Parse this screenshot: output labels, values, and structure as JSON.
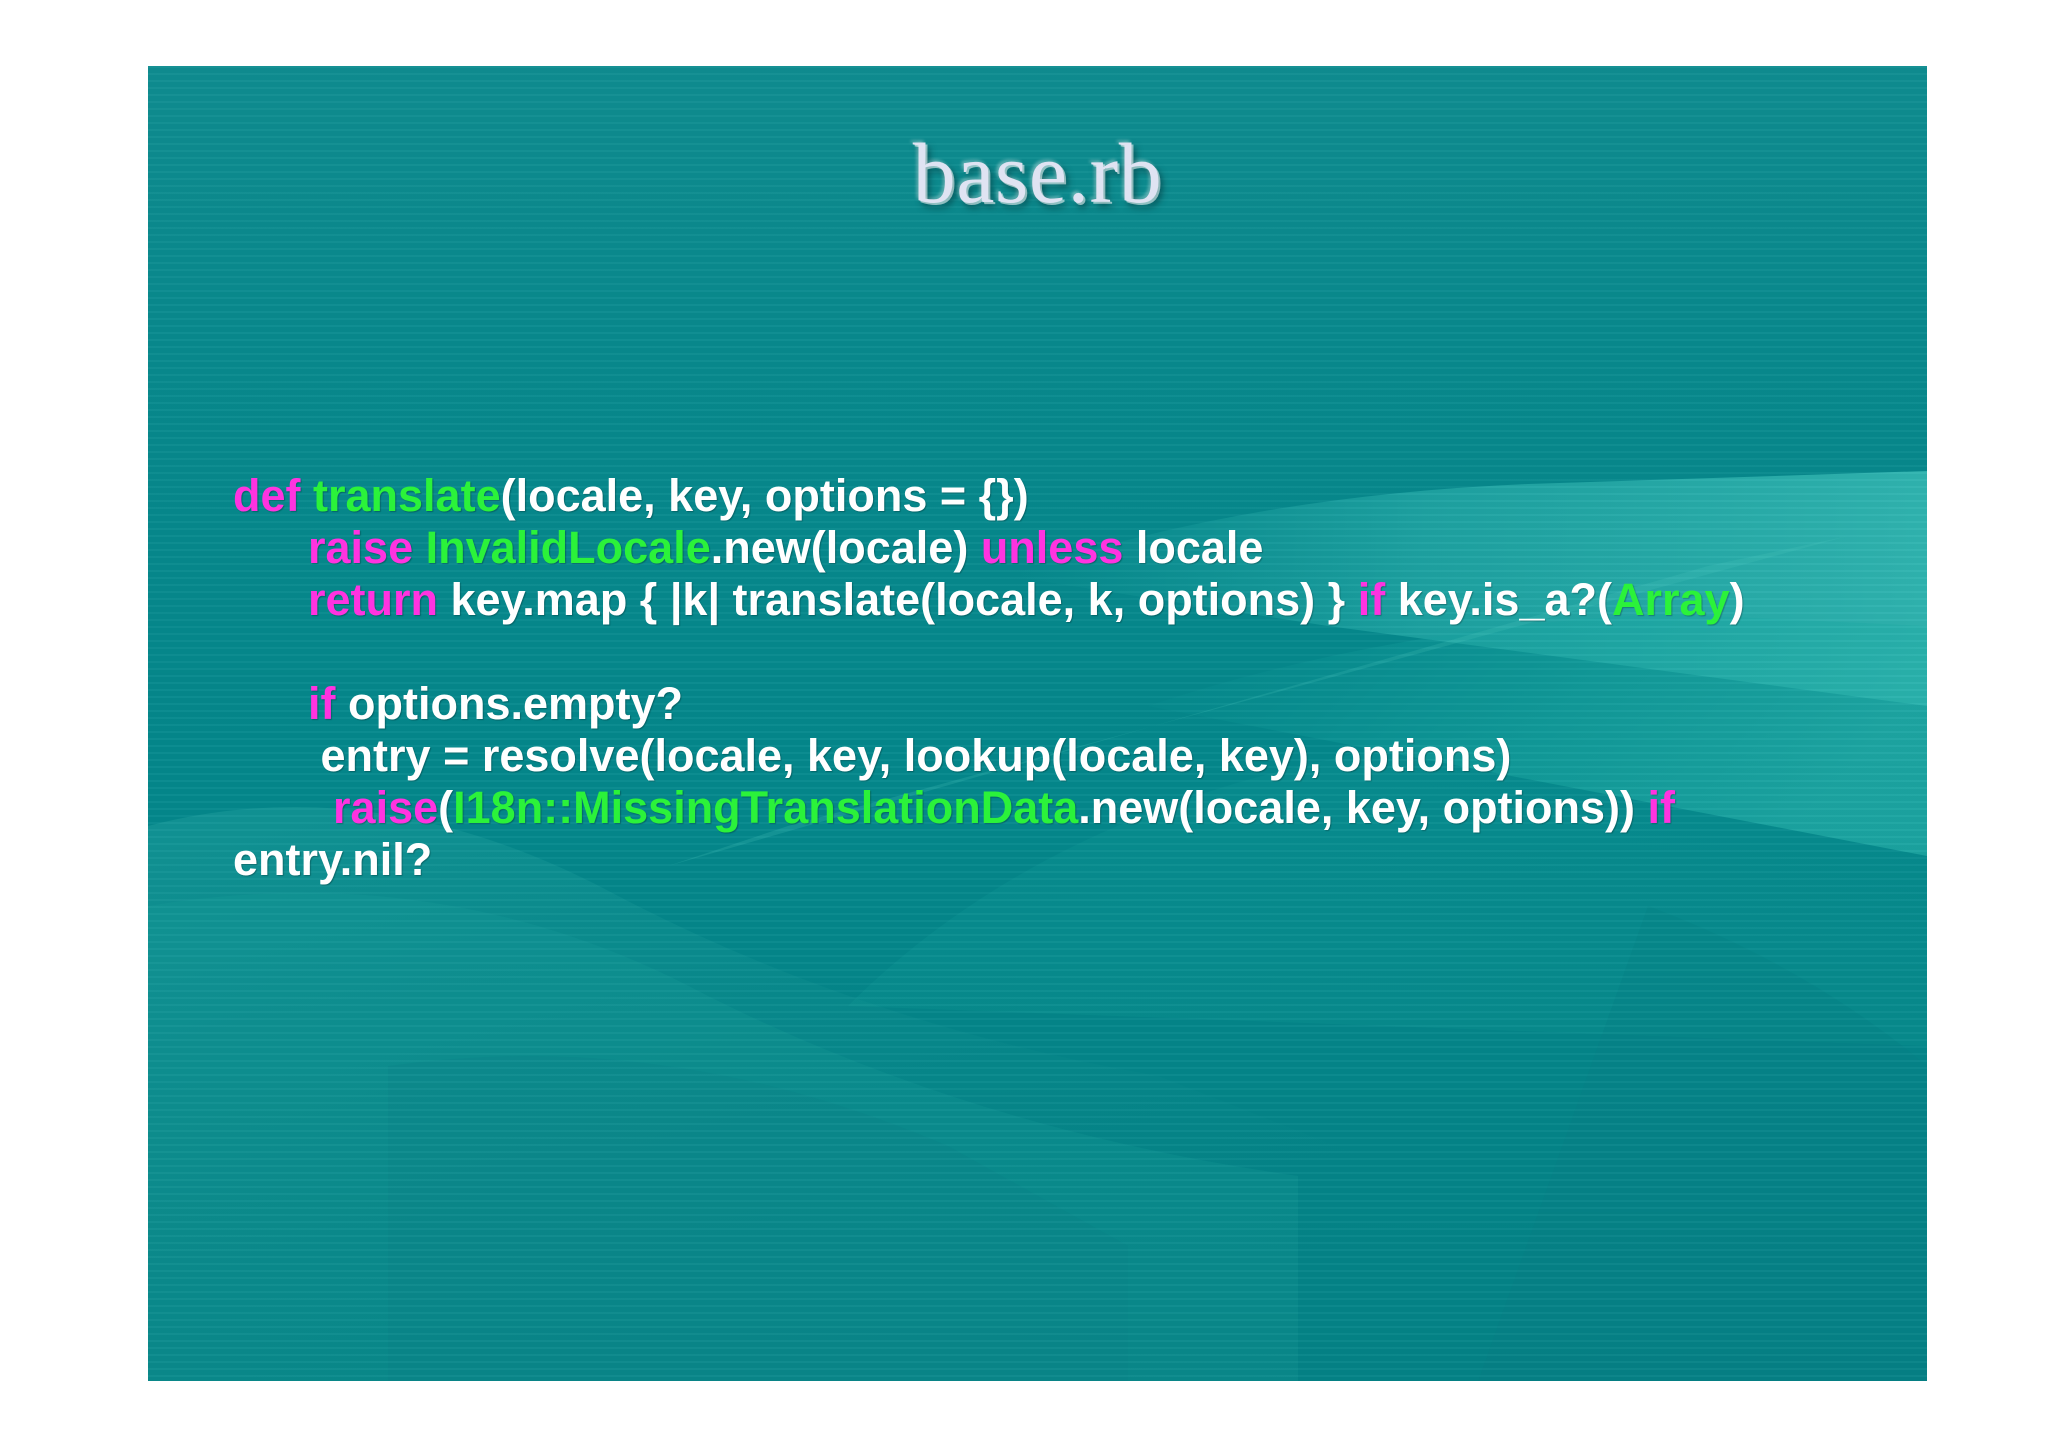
{
  "slide": {
    "title": "base.rb",
    "background_color": "#04888C",
    "page_background": "#FFFFFF",
    "colors": {
      "keyword": "#FF33E0",
      "constant": "#2BF23A",
      "plain": "#FFFFFF",
      "title": "#DFE3F2"
    },
    "code": {
      "language": "ruby",
      "lines": [
        {
          "id": "line-1",
          "tokens": [
            {
              "t": "def ",
              "k": "kw"
            },
            {
              "t": "translate",
              "k": "cls"
            },
            {
              "t": "(locale, key, options = {})",
              "k": "pl"
            }
          ]
        },
        {
          "id": "line-2",
          "tokens": [
            {
              "t": "      ",
              "k": "pl"
            },
            {
              "t": "raise ",
              "k": "kw"
            },
            {
              "t": "InvalidLocale",
              "k": "cls"
            },
            {
              "t": ".new(locale) ",
              "k": "pl"
            },
            {
              "t": "unless",
              "k": "kw"
            },
            {
              "t": " locale",
              "k": "pl"
            }
          ]
        },
        {
          "id": "line-3",
          "tokens": [
            {
              "t": "      ",
              "k": "pl"
            },
            {
              "t": "return",
              "k": "kw"
            },
            {
              "t": " key.map { |k| translate(locale, k, options) } ",
              "k": "pl"
            },
            {
              "t": "if",
              "k": "kw"
            },
            {
              "t": " key.is_a?(",
              "k": "pl"
            },
            {
              "t": "Array",
              "k": "cls"
            },
            {
              "t": ")",
              "k": "pl"
            }
          ]
        },
        {
          "id": "line-4",
          "blank": true,
          "tokens": []
        },
        {
          "id": "line-5",
          "tokens": [
            {
              "t": "      ",
              "k": "pl"
            },
            {
              "t": "if",
              "k": "kw"
            },
            {
              "t": " options.empty?",
              "k": "pl"
            }
          ]
        },
        {
          "id": "line-6",
          "tokens": [
            {
              "t": "       entry = resolve(locale, key, lookup(locale, key), options)",
              "k": "pl"
            }
          ]
        },
        {
          "id": "line-7",
          "tokens": [
            {
              "t": "        ",
              "k": "pl"
            },
            {
              "t": "raise",
              "k": "kw"
            },
            {
              "t": "(",
              "k": "pl"
            },
            {
              "t": "I18n::MissingTranslationData",
              "k": "cls"
            },
            {
              "t": ".new(locale, key, options)) ",
              "k": "pl"
            },
            {
              "t": "if",
              "k": "kw"
            },
            {
              "t": " entry.nil?",
              "k": "pl"
            }
          ]
        }
      ]
    }
  }
}
